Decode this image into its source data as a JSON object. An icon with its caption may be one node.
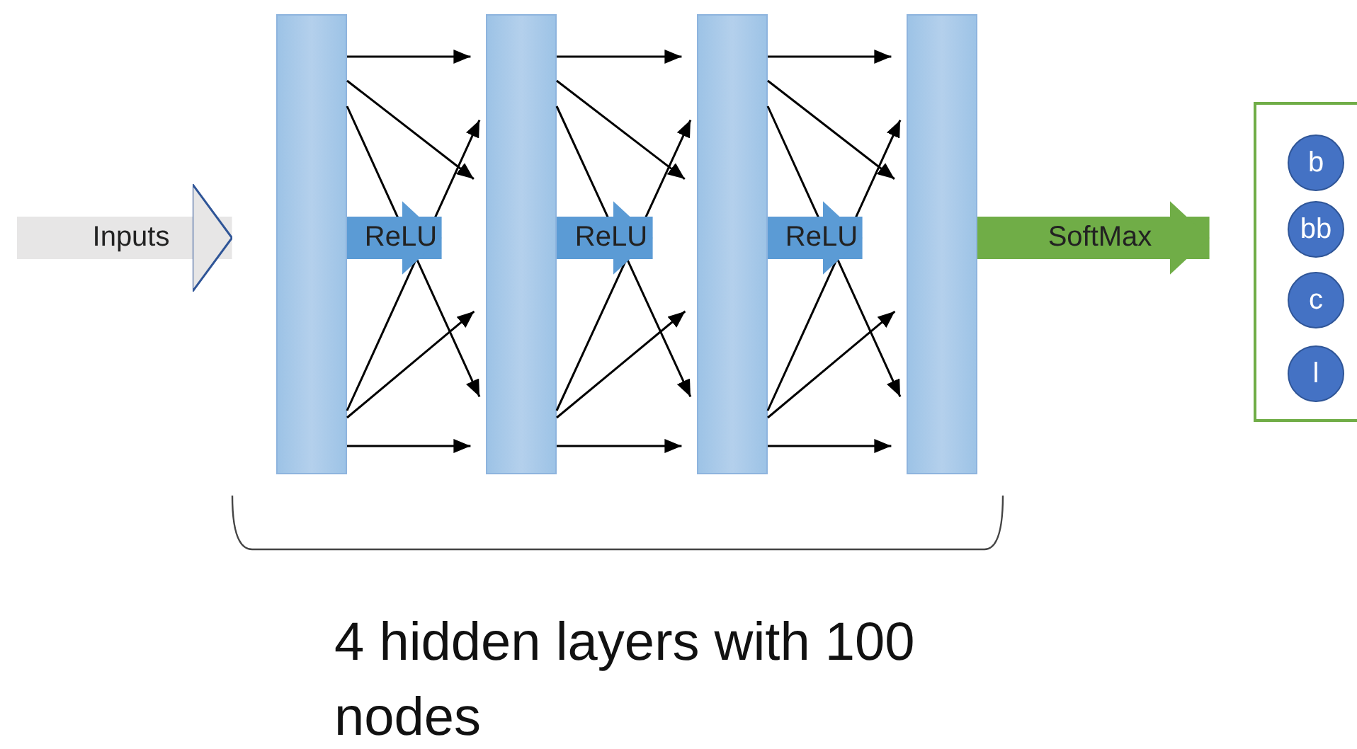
{
  "diagram": {
    "nodes": [
      {
        "text": [],
        "shape": "bar"
      },
      {
        "text": [],
        "shape": "bar"
      },
      {
        "text": [],
        "shape": "bar"
      },
      {
        "text": [],
        "shape": "bar"
      },
      {
        "text": [],
        "shape": "box"
      },
      {
        "text": [
          "b"
        ],
        "in": 4
      },
      {
        "text": [
          "bb"
        ],
        "in": 4
      },
      {
        "text": [
          "c"
        ],
        "in": 4
      },
      {
        "text": [
          "l"
        ],
        "in": 4
      }
    ],
    "edges": [
      {
        "from": null,
        "to": 0,
        "arrow": "to",
        "label": "Inputs",
        "style": "thick",
        "color": "#e7e6e6"
      },
      {
        "from": 0,
        "to": 1,
        "arrow": "to",
        "label": "ReLU",
        "style": "thick",
        "color": "#5b9bd5"
      },
      {
        "from": 1,
        "to": 2,
        "arrow": "to",
        "label": "ReLU",
        "style": "thick",
        "color": "#5b9bd5"
      },
      {
        "from": 2,
        "to": 3,
        "arrow": "to",
        "label": "ReLU",
        "style": "thick",
        "color": "#5b9bd5"
      },
      {
        "from": 3,
        "to": 4,
        "arrow": "to",
        "label": "SoftMax",
        "style": "thick",
        "color": "#70ad47"
      },
      {
        "from": 0,
        "to": 1,
        "arrow": "to"
      },
      {
        "from": 0,
        "to": 1,
        "arrow": "to"
      },
      {
        "from": 0,
        "to": 1,
        "arrow": "to"
      },
      {
        "from": 0,
        "to": 1,
        "arrow": "to"
      },
      {
        "from": 0,
        "to": 1,
        "arrow": "to"
      },
      {
        "from": 0,
        "to": 1,
        "arrow": "to"
      },
      {
        "from": 1,
        "to": 2,
        "arrow": "to"
      },
      {
        "from": 1,
        "to": 2,
        "arrow": "to"
      },
      {
        "from": 1,
        "to": 2,
        "arrow": "to"
      },
      {
        "from": 1,
        "to": 2,
        "arrow": "to"
      },
      {
        "from": 1,
        "to": 2,
        "arrow": "to"
      },
      {
        "from": 1,
        "to": 2,
        "arrow": "to"
      },
      {
        "from": 2,
        "to": 3,
        "arrow": "to"
      },
      {
        "from": 2,
        "to": 3,
        "arrow": "to"
      },
      {
        "from": 2,
        "to": 3,
        "arrow": "to"
      },
      {
        "from": 2,
        "to": 3,
        "arrow": "to"
      },
      {
        "from": 2,
        "to": 3,
        "arrow": "to"
      },
      {
        "from": 2,
        "to": 3,
        "arrow": "to"
      }
    ],
    "labels": [
      "4 hidden layers with 100 nodes"
    ]
  }
}
